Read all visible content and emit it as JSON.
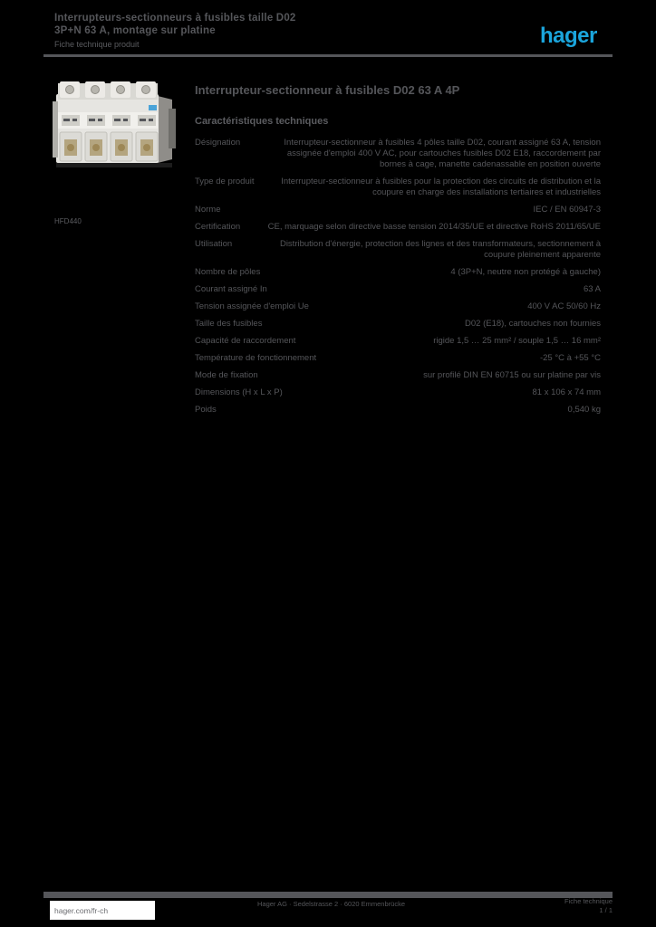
{
  "page": {
    "background": "#000000",
    "text_color": "#55565a",
    "accent_color": "#1ba5dc"
  },
  "header": {
    "title_line1": "Interrupteurs-sectionneurs à fusibles taille D02",
    "title_line2": "3P+N 63 A, montage sur platine",
    "subtitle": "Fiche technique produit",
    "logo_text": "hager"
  },
  "product": {
    "image_caption": "HFD440",
    "title": "Interrupteur-sectionneur à fusibles D02 63 A 4P",
    "section_title": "Caractéristiques techniques",
    "specs": [
      {
        "label": "Désignation",
        "value": "Interrupteur-sectionneur à fusibles 4 pôles taille D02, courant assigné 63 A, tension assignée d'emploi 400 V AC, pour cartouches fusibles D02 E18, raccordement par bornes à cage, manette cadenassable en position ouverte"
      },
      {
        "label": "Type de produit",
        "value": "Interrupteur-sectionneur à fusibles pour la protection des circuits de distribution et la coupure en charge des installations tertiaires et industrielles"
      },
      {
        "label": "Norme",
        "value": "IEC / EN 60947-3"
      },
      {
        "label": "Certification",
        "value": "CE, marquage selon directive basse tension 2014/35/UE et directive RoHS 2011/65/UE"
      },
      {
        "label": "Utilisation",
        "value": "Distribution d'énergie, protection des lignes et des transformateurs, sectionnement à coupure pleinement apparente"
      },
      {
        "label": "Nombre de pôles",
        "value": "4 (3P+N, neutre non protégé à gauche)"
      },
      {
        "label": "Courant assigné In",
        "value": "63 A"
      },
      {
        "label": "Tension assignée d'emploi Ue",
        "value": "400 V AC 50/60 Hz"
      },
      {
        "label": "Taille des fusibles",
        "value": "D02 (E18), cartouches non fournies"
      },
      {
        "label": "Capacité de raccordement",
        "value": "rigide 1,5 … 25 mm² / souple 1,5 … 16 mm²"
      },
      {
        "label": "Température de fonctionnement",
        "value": "-25 °C à +55 °C"
      },
      {
        "label": "Mode de fixation",
        "value": "sur profilé DIN EN 60715 ou sur platine par vis"
      },
      {
        "label": "Dimensions (H x L x P)",
        "value": "81 x 106 x 74 mm"
      },
      {
        "label": "Poids",
        "value": "0,540 kg"
      }
    ]
  },
  "footer": {
    "link_label": "hager.com/fr-ch",
    "center_text": "Hager AG · Sedelstrasse 2 · 6020 Emmenbrücke",
    "right_line1": "Fiche technique",
    "right_line2": "1 / 1"
  }
}
